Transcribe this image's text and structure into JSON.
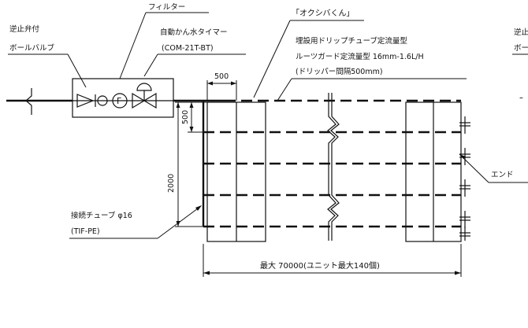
{
  "labels": {
    "filter": "フィルター",
    "check_valve_line1": "逆止弁付",
    "check_valve_line2": "ボールバルブ",
    "timer_line1": "自動かん水タイマー",
    "timer_line2": "(COM-21T-BT)",
    "okushi": "「オクシバくん」",
    "drip_line1": "埋設用ドリップチューブ定流量型",
    "drip_line2": "ルーツガード定流量型 16mm-1.6L/H",
    "drip_line3": "(ドリッパー間隔500mm)",
    "dim_500_horizontal": "500",
    "dim_500_vertical": "500",
    "dim_2000": "2000",
    "tube_line1": "接続チューブ φ16",
    "tube_line2": "(TIF-PE)",
    "end_label": "エンド",
    "max_length": "最大 70000(ユニット最大140個)",
    "right_cut_line1": "逆止",
    "right_cut_line2": "ボー",
    "filter_symbol": "F"
  }
}
